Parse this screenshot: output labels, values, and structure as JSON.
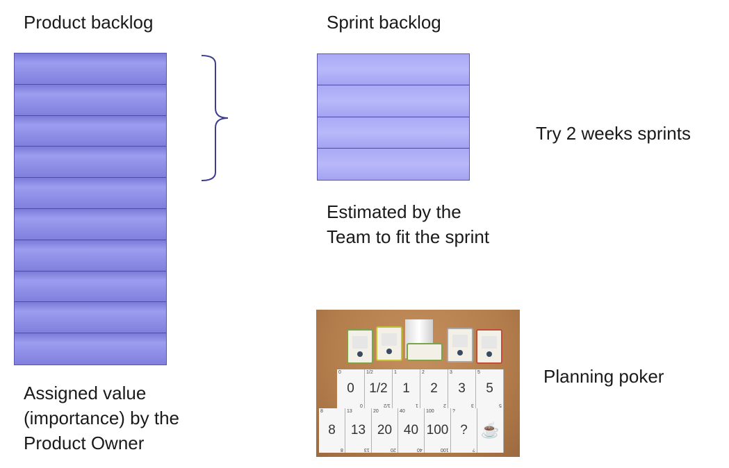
{
  "labels": {
    "product_backlog": "Product backlog",
    "sprint_backlog": "Sprint backlog",
    "sprints": "Try 2 weeks sprints",
    "estimated": "Estimated by the Team to fit the sprint",
    "assigned": "Assigned value (importance) by the Product Owner",
    "planning_poker": "Planning poker"
  },
  "product_backlog_items": 10,
  "sprint_backlog_items": 4,
  "colors": {
    "product_row": "#8a8ae6",
    "sprint_row": "#b0b0f8",
    "border": "#5656b0"
  },
  "poker_cards": {
    "row1": [
      "0",
      "1/2",
      "1",
      "2",
      "3",
      "5"
    ],
    "row2": [
      "8",
      "13",
      "20",
      "40",
      "100",
      "?",
      "coffee-cup"
    ]
  },
  "icons": [
    "curly-brace",
    "coffee-cup"
  ]
}
